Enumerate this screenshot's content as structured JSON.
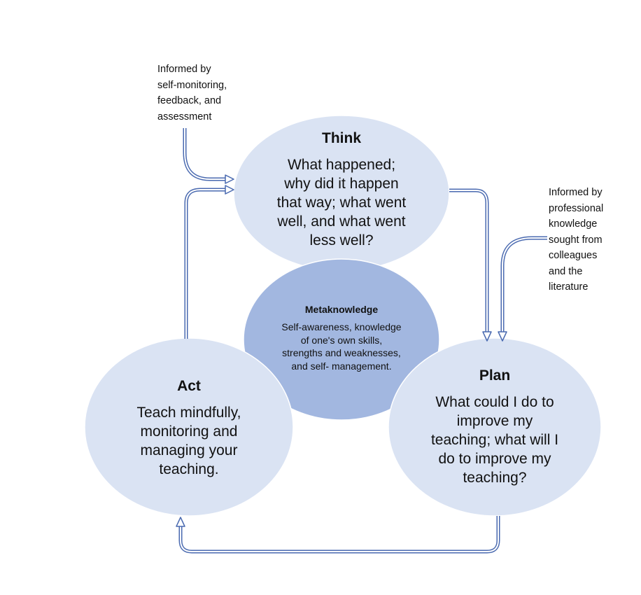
{
  "colors": {
    "ellipse_fill": "#dae3f3",
    "center_fill": "#a2b7e0",
    "outline": "#ffffff",
    "arrow_stroke": "#4a6ab0",
    "arrow_fill": "#ffffff"
  },
  "think": {
    "title": "Think",
    "body": "What happened;\nwhy did it happen\nthat way; what went\nwell, and what went\nless well?"
  },
  "plan": {
    "title": "Plan",
    "body": "What could I do to\nimprove my\nteaching; what will I\ndo to improve my\nteaching?"
  },
  "act": {
    "title": "Act",
    "body": "Teach mindfully,\nmonitoring and\nmanaging your\nteaching."
  },
  "center": {
    "title": "Metaknowledge",
    "body": "Self-awareness, knowledge\nof one's own skills,\nstrengths and weaknesses,\nand self- management."
  },
  "notes": {
    "left": "Informed by\nself-monitoring,\nfeedback, and\nassessment",
    "right": "Informed by\nprofessional\nknowledge\nsought from\ncolleagues\nand the\nliterature"
  }
}
